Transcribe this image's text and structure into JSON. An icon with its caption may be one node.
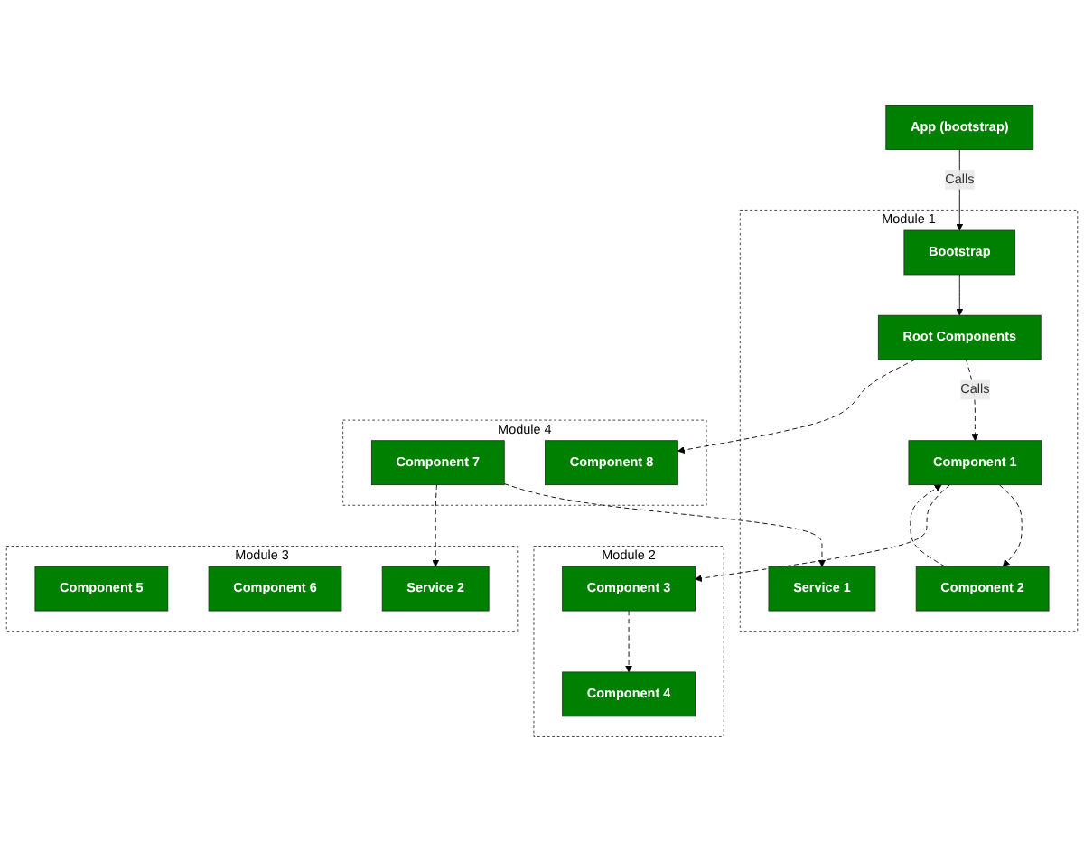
{
  "diagram": {
    "nodes": [
      {
        "text": [
          "App (bootstrap)"
        ]
      },
      {
        "text": [
          "Module 1"
        ]
      },
      {
        "text": [
          "Bootstrap"
        ],
        "in": 1
      },
      {
        "text": [
          "Root Components"
        ],
        "in": 1
      },
      {
        "text": [
          "Component 1"
        ],
        "in": 1
      },
      {
        "text": [
          "Component 2"
        ],
        "in": 1
      },
      {
        "text": [
          "Service 1"
        ],
        "in": 1
      },
      {
        "text": [
          "Module 2"
        ]
      },
      {
        "text": [
          "Component 3"
        ],
        "in": 7
      },
      {
        "text": [
          "Component 4"
        ],
        "in": 7
      },
      {
        "text": [
          "Module 3"
        ]
      },
      {
        "text": [
          "Component 5"
        ],
        "in": 10
      },
      {
        "text": [
          "Component 6"
        ],
        "in": 10
      },
      {
        "text": [
          "Service 2"
        ],
        "in": 10
      },
      {
        "text": [
          "Module 4"
        ]
      },
      {
        "text": [
          "Component 7"
        ],
        "in": 14
      },
      {
        "text": [
          "Component 8"
        ],
        "in": 14
      }
    ],
    "edges": [
      {
        "from": 0,
        "to": 2,
        "arrow": "to",
        "label": "Calls"
      },
      {
        "from": 2,
        "to": 3,
        "arrow": "to"
      },
      {
        "from": 3,
        "to": 4,
        "arrow": "to",
        "label": "Calls",
        "style": "dashed"
      },
      {
        "from": 4,
        "to": 5,
        "arrow": "to",
        "style": "dashed"
      },
      {
        "from": 5,
        "to": 4,
        "arrow": "to",
        "style": "dashed"
      },
      {
        "from": 4,
        "to": 8,
        "arrow": "to",
        "style": "dashed"
      },
      {
        "from": 3,
        "to": 16,
        "arrow": "to",
        "style": "dashed"
      },
      {
        "from": 8,
        "to": 9,
        "arrow": "to",
        "style": "dashed"
      },
      {
        "from": 15,
        "to": 6,
        "arrow": "to",
        "style": "dashed"
      },
      {
        "from": 15,
        "to": 13,
        "arrow": "to",
        "style": "dashed"
      }
    ]
  }
}
